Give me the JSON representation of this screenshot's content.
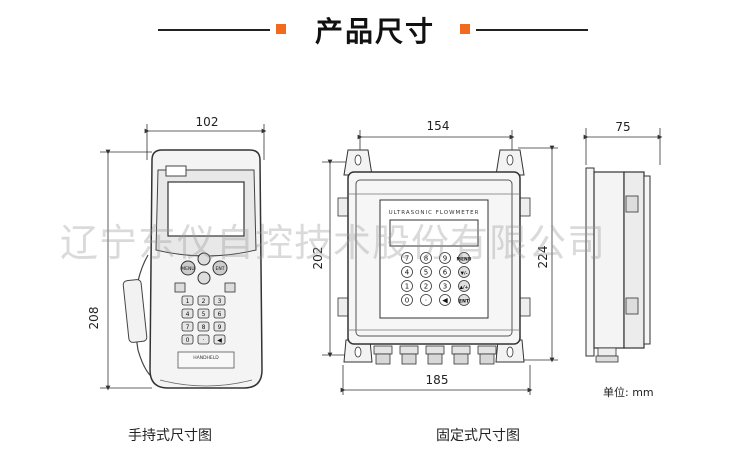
{
  "title": "产品尺寸",
  "accent_color": "#f26a1b",
  "handheld": {
    "width": "102",
    "height": "208",
    "caption": "手持式尺寸图",
    "button_labels": [
      "MENU",
      "ENT"
    ],
    "keypad": [
      "1",
      "2",
      "3",
      "4",
      "5",
      "6",
      "7",
      "8",
      "9",
      "0",
      "·",
      "◀"
    ],
    "device_label": "HANDHELD"
  },
  "fixed": {
    "top_width": "154",
    "inner_height": "202",
    "outer_height": "224",
    "bottom_width": "185",
    "side_depth": "75",
    "panel_text": "ULTRASONIC FLOWMETER",
    "keypad": [
      "7",
      "8",
      "9",
      "MENU",
      "4",
      "5",
      "6",
      "▼/-",
      "1",
      "2",
      "3",
      "▲/+",
      "0",
      "·",
      "◀",
      "ENT"
    ],
    "caption": "固定式尺寸图"
  },
  "unit_label": "单位: mm",
  "watermark": "辽宁东仪自控技术股份有限公司"
}
